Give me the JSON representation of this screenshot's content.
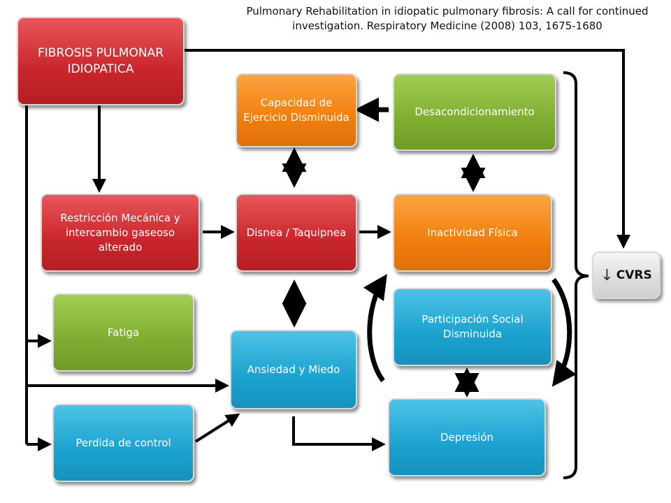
{
  "citation": {
    "line1": "Pulmonary Rehabilitation in idiopatic pulmonary fibrosis: A call for continued",
    "line2": "investigation. Respiratory  Medicine (2008) 103, 1675-1680"
  },
  "nodes": {
    "fpi": "FIBROSIS PULMONAR IDIOPATICA",
    "capacidad": "Capacidad de Ejercicio Disminuida",
    "desacond": "Desacondicionamiento",
    "restriccion": "Restricción Mecánica y intercambio gaseoso alterado",
    "disnea": "Disnea / Taquipnea",
    "inactividad": "Inactividad Física",
    "fatiga": "Fatiga",
    "participacion": "Participación Social Disminuida",
    "ansiedad": "Ansiedad y Miedo",
    "perdida": "Perdida de control",
    "depresion": "Depresión",
    "cvrs_arrow": "↓",
    "cvrs": "CVRS"
  },
  "colors": {
    "red": "#c8262c",
    "orange": "#f07f0e",
    "green": "#7fad31",
    "blue": "#1ba2cf",
    "gray": "#dcdcdc",
    "arrow": "#000000"
  }
}
